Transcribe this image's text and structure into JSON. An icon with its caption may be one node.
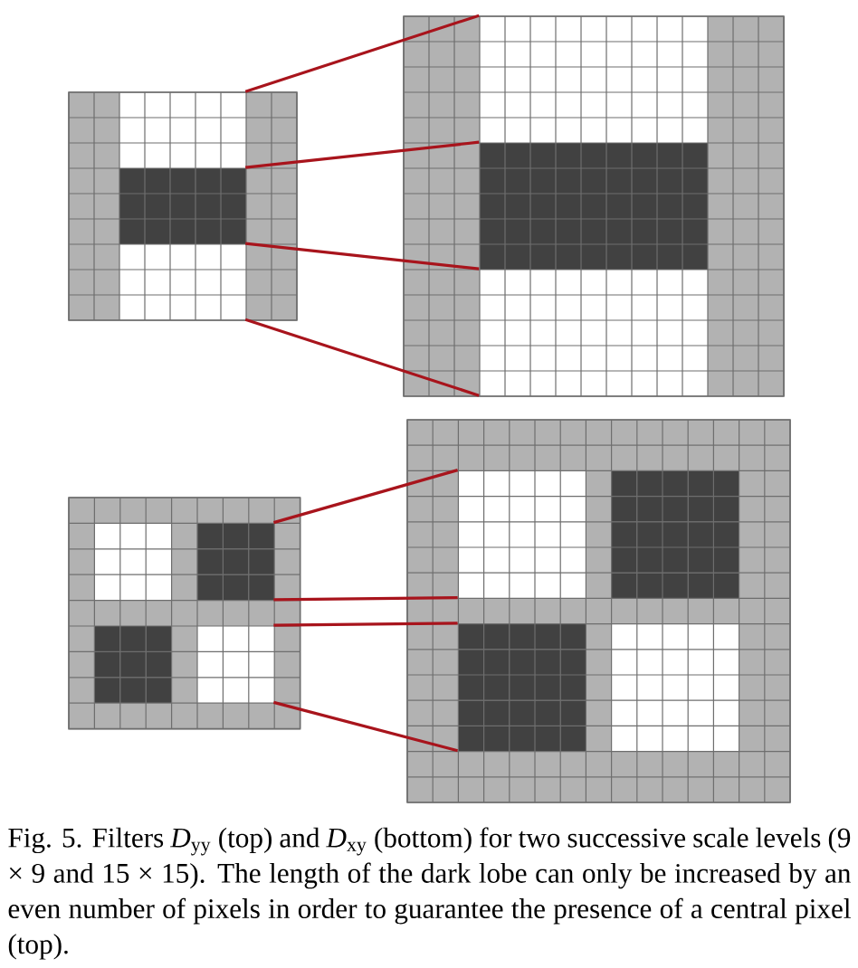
{
  "diagram": {
    "caption": "Fig. 5. Filters *D*$_{yy}$ (top) and *D*$_{xy}$ (bottom) for two successive scale levels (9 × 9 and 15 × 15). The length of the dark lobe can only be increased by an even number of pixels in order to guarantee the presence of a central pixel (top).",
    "nodes": [
      {
        "text": [],
        "shape": "grid"
      },
      {
        "text": [],
        "shape": "grid"
      },
      {
        "text": [],
        "shape": "grid"
      },
      {
        "text": [],
        "shape": "grid"
      }
    ],
    "edges": [
      {
        "from": 0,
        "to": 1,
        "arrow": "none"
      },
      {
        "from": 0,
        "to": 1,
        "arrow": "none"
      },
      {
        "from": 0,
        "to": 1,
        "arrow": "none"
      },
      {
        "from": 0,
        "to": 1,
        "arrow": "none"
      },
      {
        "from": 2,
        "to": 3,
        "arrow": "none"
      },
      {
        "from": 2,
        "to": 3,
        "arrow": "none"
      },
      {
        "from": 2,
        "to": 3,
        "arrow": "none"
      },
      {
        "from": 2,
        "to": 3,
        "arrow": "none"
      }
    ]
  }
}
